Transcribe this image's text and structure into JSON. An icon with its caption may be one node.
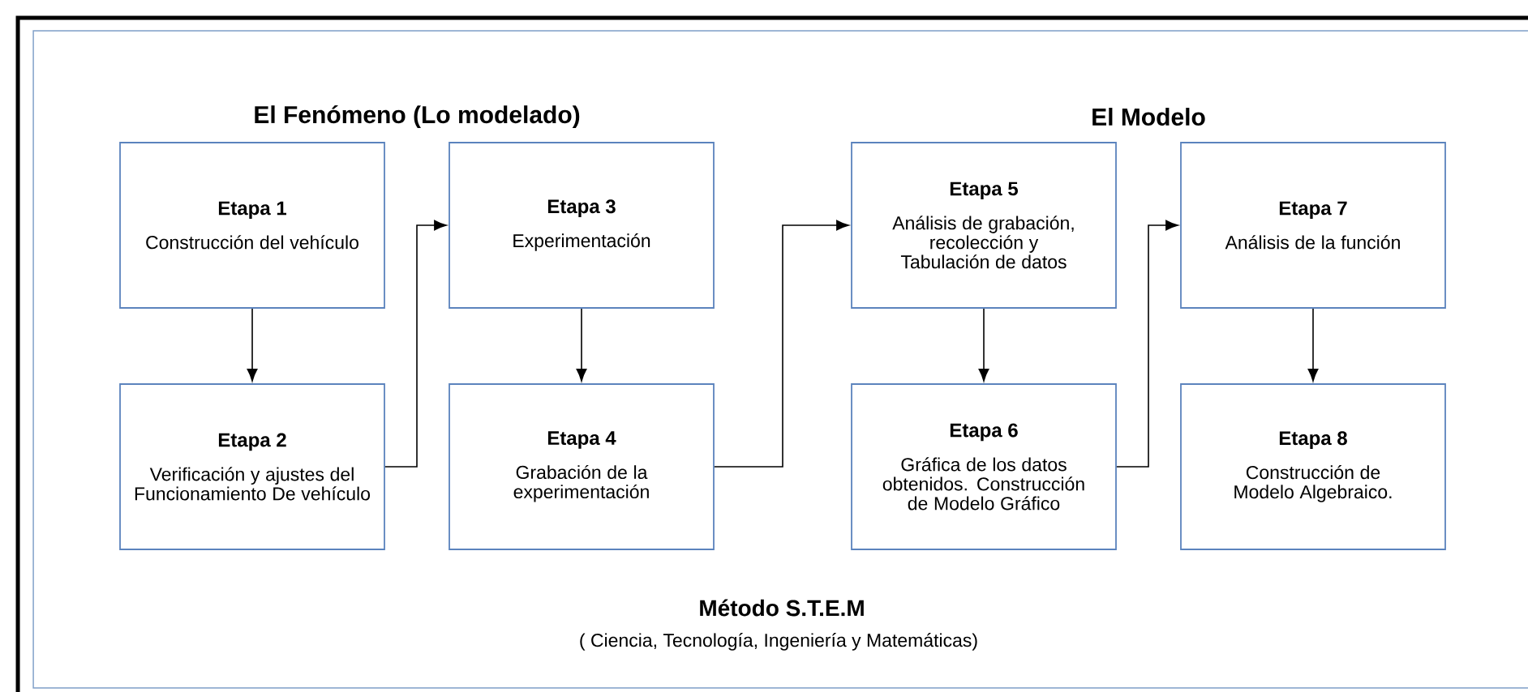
{
  "diagram": {
    "nodes": [
      {
        "text": [
          "Etapa 1",
          "Construcción del vehículo"
        ]
      },
      {
        "text": [
          "Etapa 2",
          "Verificación y ajustes del Funcionamiento De vehículo"
        ]
      },
      {
        "text": [
          "Etapa 3",
          "Experimentación"
        ]
      },
      {
        "text": [
          "Etapa 4",
          "Grabación de la experimentación"
        ]
      },
      {
        "text": [
          "Etapa 5",
          "Análisis de grabación, recolección y Tabulación de datos"
        ]
      },
      {
        "text": [
          "Etapa 6",
          "Gráfica de los datos obtenidos. Construcción de Modelo Gráfico"
        ]
      },
      {
        "text": [
          "Etapa 7",
          "Análisis de la función"
        ]
      },
      {
        "text": [
          "Etapa 8",
          "Construcción de Modelo Algebraico."
        ]
      }
    ],
    "edges": [
      {
        "from": 0,
        "to": 1,
        "arrow": "to"
      },
      {
        "from": 1,
        "to": 2,
        "arrow": "to"
      },
      {
        "from": 2,
        "to": 3,
        "arrow": "to"
      },
      {
        "from": 3,
        "to": 4,
        "arrow": "to"
      },
      {
        "from": 4,
        "to": 5,
        "arrow": "to"
      },
      {
        "from": 5,
        "to": 6,
        "arrow": "to"
      },
      {
        "from": 6,
        "to": 7,
        "arrow": "to"
      }
    ],
    "labels": [
      "El Fenómeno (Lo modelado)",
      "El Modelo",
      "Método S.T.E.M",
      "( Ciencia, Tecnología, Ingeniería y Matemáticas)"
    ]
  }
}
